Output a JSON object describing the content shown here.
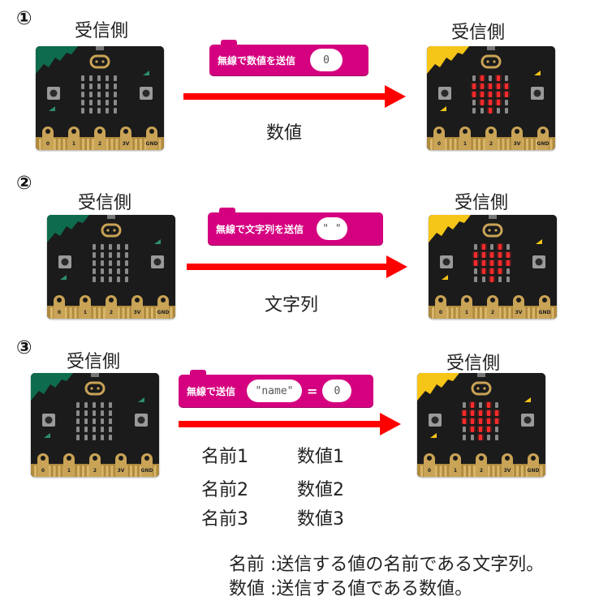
{
  "sections": [
    {
      "number": "①",
      "left_label": "受信側",
      "right_label": "受信側",
      "block_label": "無線で数値を送信",
      "block_value": "0",
      "caption": "数値"
    },
    {
      "number": "②",
      "left_label": "受信側",
      "right_label": "受信側",
      "block_label": "無線で文字列を送信",
      "block_value": "\" \"",
      "caption": "文字列"
    },
    {
      "number": "③",
      "left_label": "受信側",
      "right_label": "受信側",
      "block_label": "無線で送信",
      "block_name": "\"name\"",
      "block_equals": "=",
      "block_value": "0",
      "pairs": [
        {
          "name": "名前1",
          "value": "数値1"
        },
        {
          "name": "名前2",
          "value": "数値2"
        },
        {
          "name": "名前3",
          "value": "数値3"
        }
      ]
    }
  ],
  "board_pin_labels": [
    "0",
    "1",
    "2",
    "3V",
    "GND"
  ],
  "notes": [
    "名前 :送信する値の名前である文字列。",
    "数値 :送信する値である数値。"
  ],
  "colors": {
    "arrow": "#ff0000",
    "block": "#d4007f",
    "board_left_accent": "#0e6b4e",
    "board_right_accent": "#f5c518",
    "led_on": "#ff2a2a",
    "gold_pad": "#c9a356"
  },
  "icons": {
    "left_board": "microbit-v2-green-board",
    "right_board": "microbit-v2-yellow-board-heart"
  }
}
